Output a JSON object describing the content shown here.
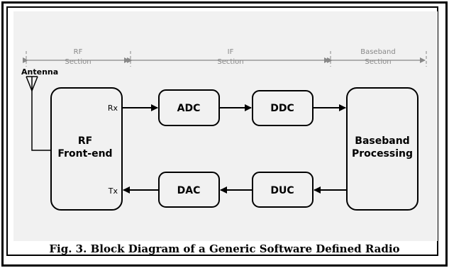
{
  "sections": {
    "rf": [
      "RF",
      "Section"
    ],
    "if": [
      "IF",
      "Section"
    ],
    "baseband": [
      "Baseband",
      "Section"
    ]
  },
  "antenna_label": "Antenna",
  "blocks": {
    "rf_frontend": [
      "RF",
      "Front-end"
    ],
    "adc": "ADC",
    "ddc": "DDC",
    "dac": "DAC",
    "duc": "DUC",
    "baseband": [
      "Baseband",
      "Processing"
    ]
  },
  "ports": {
    "rx": "Rx",
    "tx": "Tx"
  },
  "caption": "Fig. 3. Block Diagram of a Generic Software Defined Radio"
}
